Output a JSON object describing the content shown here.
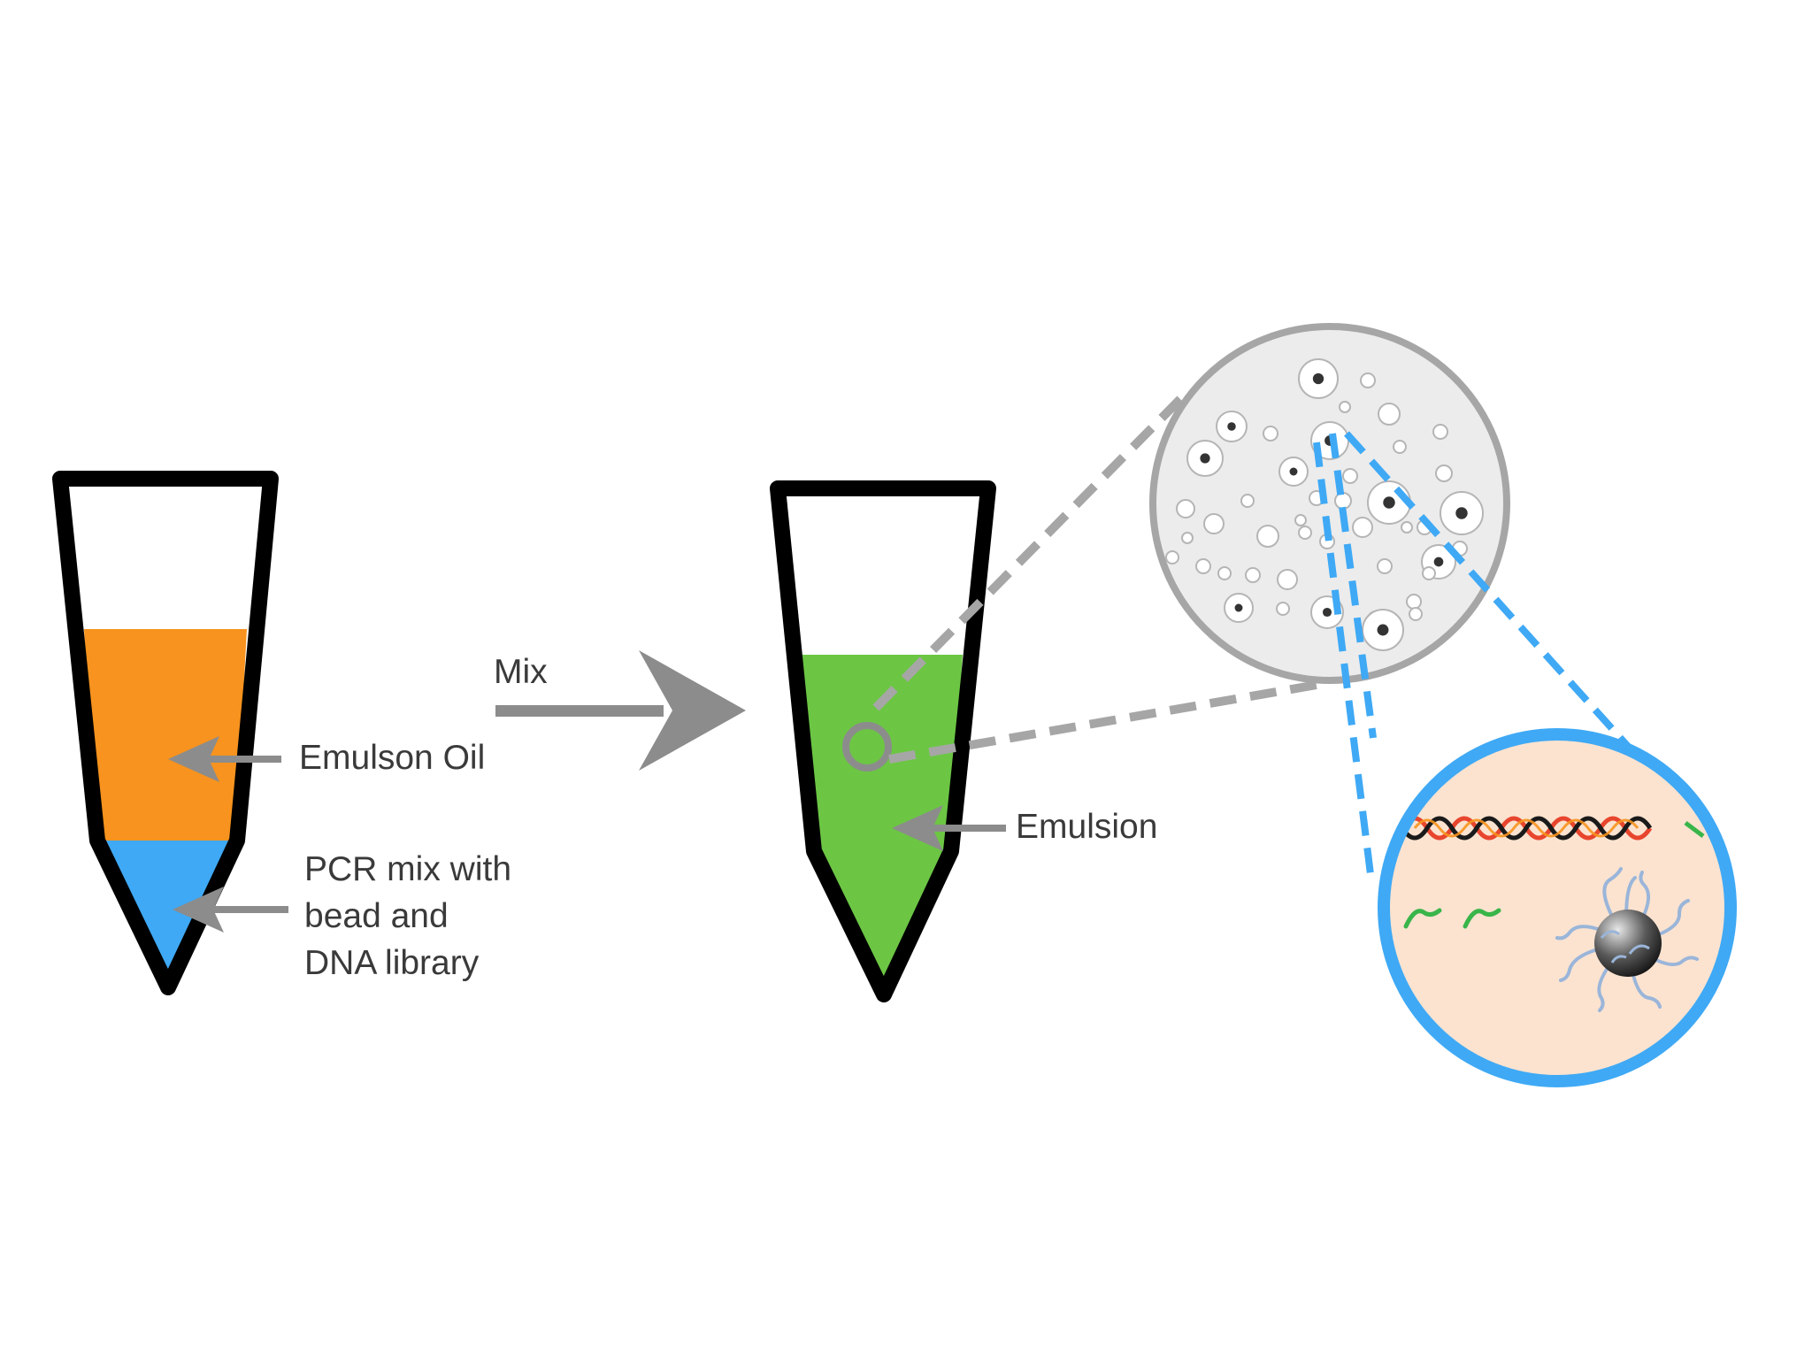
{
  "labels": {
    "emulsion_oil": "Emulson Oil",
    "pcr_line1": "PCR mix with",
    "pcr_line2": "bead and",
    "pcr_line3": "DNA library",
    "mix": "Mix",
    "emulsion": "Emulsion"
  },
  "colors": {
    "tube_outline": "#000000",
    "oil": "#f7931e",
    "pcr_mix": "#3fa9f5",
    "emulsion": "#6cc644",
    "arrow": "#8c8c8c",
    "zoom_circle_fill": "#ececec",
    "zoom_circle_stroke": "#a6a6a6",
    "detail_circle_fill": "#fbe3d0",
    "detail_circle_stroke": "#3fa9f5",
    "primer": "#39b54a",
    "bead": "#333333"
  }
}
